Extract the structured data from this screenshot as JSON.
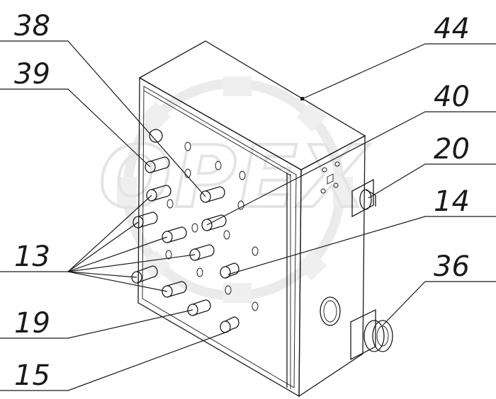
{
  "watermark": {
    "text": "OPEX",
    "color": "#d8d8d8"
  },
  "colors": {
    "line": "#1a1a1a",
    "background": "#ffffff"
  },
  "callouts": {
    "c38": "38",
    "c39": "39",
    "c44": "44",
    "c40": "40",
    "c20": "20",
    "c14": "14",
    "c13": "13",
    "c36": "36",
    "c19": "19",
    "c15": "15"
  }
}
